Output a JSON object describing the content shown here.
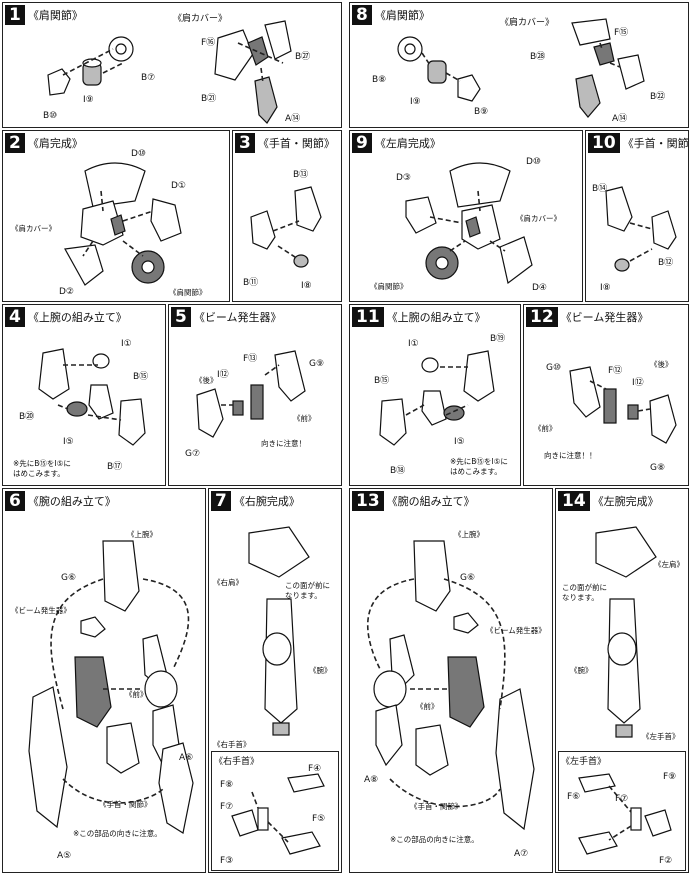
{
  "steps": {
    "s1": {
      "num": "1",
      "title": "《肩関節》",
      "title2": "《肩カバー》",
      "labels": [
        "B⑦",
        "B⑩",
        "I⑨",
        "F⑯",
        "B㉗",
        "B㉑",
        "A⑭"
      ]
    },
    "s2": {
      "num": "2",
      "title": "《肩完成》",
      "labels": [
        "D⑩",
        "D①",
        "《肩カバー》",
        "D②",
        "《肩関節》"
      ]
    },
    "s3": {
      "num": "3",
      "title": "《手首・関節》",
      "labels": [
        "B⑬",
        "B⑪",
        "I⑧"
      ]
    },
    "s4": {
      "num": "4",
      "title": "《上腕の組み立て》",
      "labels": [
        "I①",
        "B⑮",
        "B⑳",
        "I⑤",
        "B⑰"
      ],
      "note": [
        "※先にB⑮をI⑤に",
        "はめこみます。"
      ]
    },
    "s5": {
      "num": "5",
      "title": "《ビーム発生器》",
      "labels": [
        "F⑬",
        "G⑨",
        "《後》",
        "I⑫",
        "《前》",
        "G⑦"
      ],
      "note": [
        "向きに注意！"
      ]
    },
    "s6": {
      "num": "6",
      "title": "《腕の組み立て》",
      "labels": [
        "《上腕》",
        "G⑥",
        "《ビーム発生器》",
        "《前》",
        "A⑥",
        "《手首・関節》",
        "A⑤"
      ],
      "note": [
        "※この部品の向きに注意。"
      ]
    },
    "s7": {
      "num": "7",
      "title": "《右腕完成》",
      "labels": [
        "《右肩》",
        "《腕》",
        "《右手首》"
      ],
      "note": [
        "この面が前に",
        "なります。"
      ],
      "sub": "《右手首》",
      "sublabels": [
        "F⑧",
        "F④",
        "F⑦",
        "F⑤",
        "F③"
      ]
    },
    "s8": {
      "num": "8",
      "title": "《肩関節》",
      "title2": "《肩カバー》",
      "labels": [
        "F⑮",
        "B㉘",
        "B⑧",
        "I⑨",
        "B⑨",
        "B㉒",
        "A⑭"
      ]
    },
    "s9": {
      "num": "9",
      "title": "《左肩完成》",
      "labels": [
        "D⑩",
        "D③",
        "《肩カバー》",
        "《肩関節》",
        "D④"
      ]
    },
    "s10": {
      "num": "10",
      "title": "《手首・関節》",
      "labels": [
        "B⑭",
        "B⑫",
        "I⑧"
      ]
    },
    "s11": {
      "num": "11",
      "title": "《上腕の組み立て》",
      "labels": [
        "I①",
        "B⑲",
        "B⑮",
        "I⑤",
        "B⑱"
      ],
      "note": [
        "※先にB⑮をI⑤に",
        "はめこみます。"
      ]
    },
    "s12": {
      "num": "12",
      "title": "《ビーム発生器》",
      "labels": [
        "G⑩",
        "F⑫",
        "《後》",
        "I⑫",
        "《前》",
        "G⑧"
      ],
      "note": [
        "向きに注意！！"
      ]
    },
    "s13": {
      "num": "13",
      "title": "《腕の組み立て》",
      "labels": [
        "《上腕》",
        "G⑥",
        "《ビーム発生器》",
        "《前》",
        "A⑧",
        "《手首・関節》",
        "A⑦"
      ],
      "note": [
        "※この部品の向きに注意。"
      ]
    },
    "s14": {
      "num": "14",
      "title": "《左腕完成》",
      "labels": [
        "《左肩》",
        "《腕》",
        "《左手首》"
      ],
      "note": [
        "この面が前に",
        "なります。"
      ],
      "sub": "《左手首》",
      "sublabels": [
        "F⑥",
        "F⑨",
        "F⑦",
        "F②"
      ]
    }
  }
}
